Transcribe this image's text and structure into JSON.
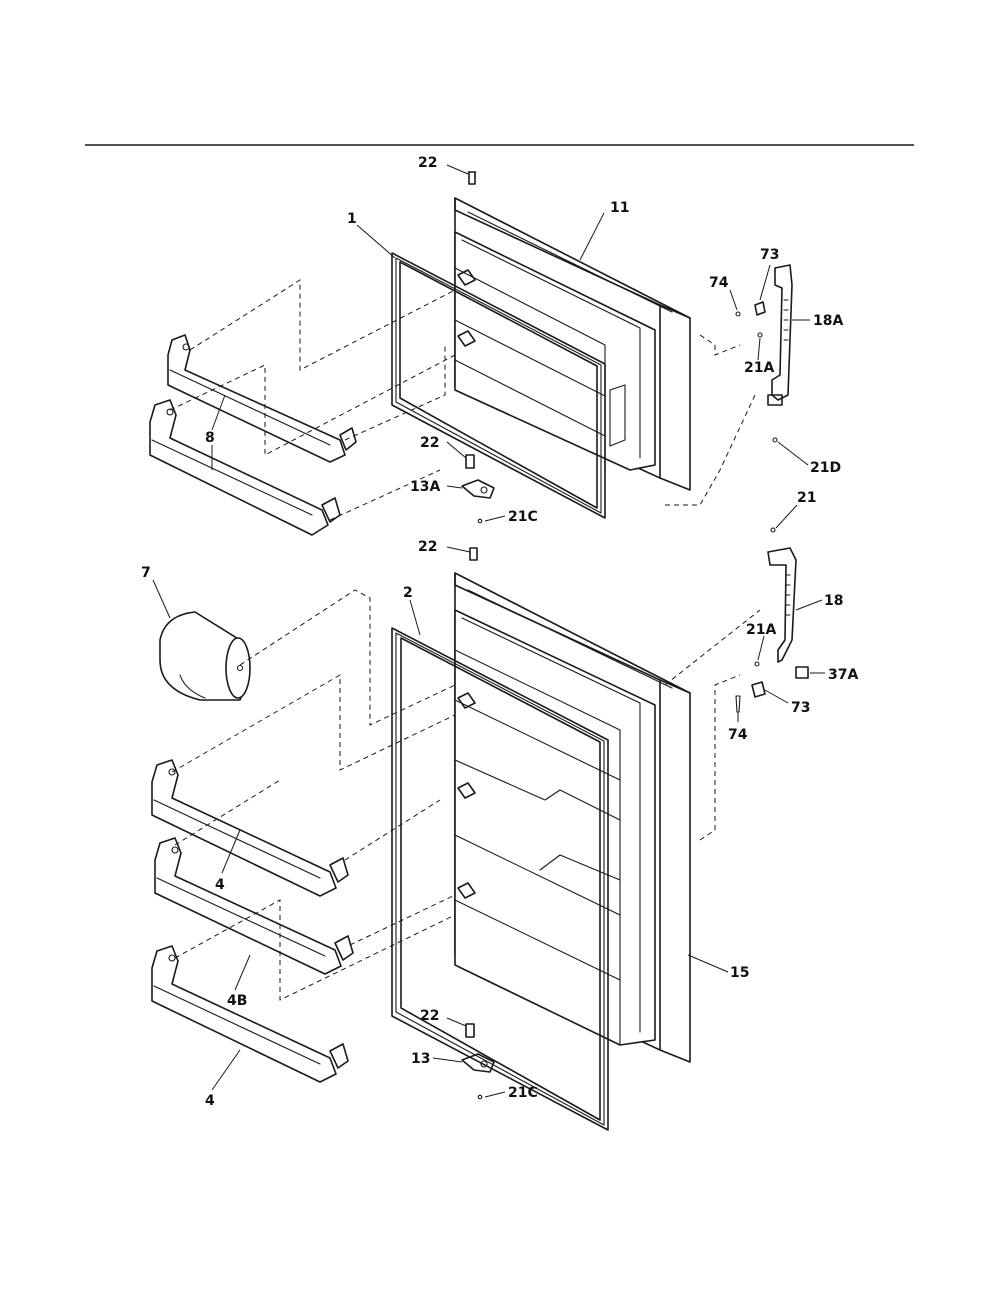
{
  "labels": {
    "l_22_top": "22",
    "l_11": "11",
    "l_1": "1",
    "l_73_top": "73",
    "l_74_top": "74",
    "l_18A": "18A",
    "l_21A_top": "21A",
    "l_8": "8",
    "l_22_mid": "22",
    "l_13A": "13A",
    "l_21D": "21D",
    "l_21C_top": "21C",
    "l_21": "21",
    "l_22_low": "22",
    "l_7": "7",
    "l_2": "2",
    "l_18": "18",
    "l_21A_low": "21A",
    "l_37A": "37A",
    "l_73_low": "73",
    "l_74_low": "74",
    "l_4_top": "4",
    "l_4B": "4B",
    "l_15": "15",
    "l_22_bottom": "22",
    "l_13": "13",
    "l_21C_bottom": "21C",
    "l_4_bottom": "4"
  }
}
